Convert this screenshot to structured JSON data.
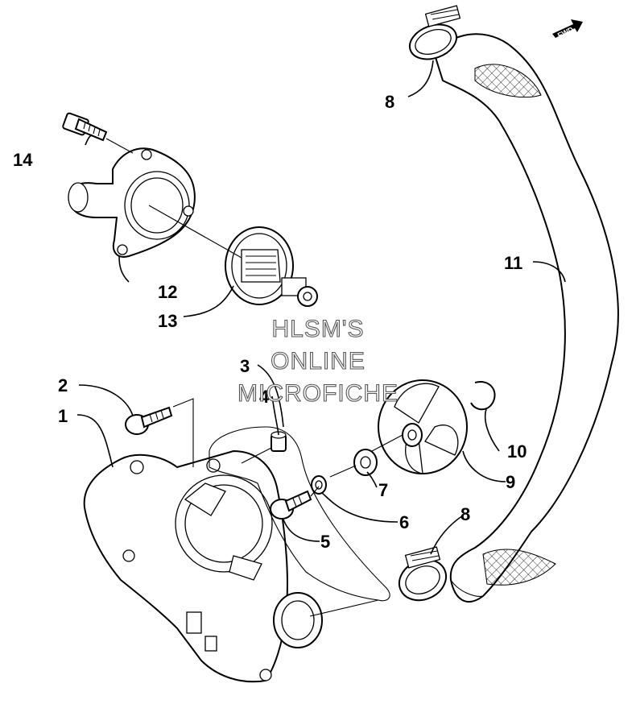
{
  "watermark": {
    "line1": "HLSM'S",
    "line2": "ONLINE",
    "line3": "MICROFICHE"
  },
  "fwd_label": "FWD",
  "callouts": [
    {
      "id": "1",
      "label": "1"
    },
    {
      "id": "2",
      "label": "2"
    },
    {
      "id": "3",
      "label": "3"
    },
    {
      "id": "4",
      "label": "4"
    },
    {
      "id": "5",
      "label": "5"
    },
    {
      "id": "6",
      "label": "6"
    },
    {
      "id": "7",
      "label": "7"
    },
    {
      "id": "8a",
      "label": "8"
    },
    {
      "id": "8b",
      "label": "8"
    },
    {
      "id": "9",
      "label": "9"
    },
    {
      "id": "10",
      "label": "10"
    },
    {
      "id": "11",
      "label": "11"
    },
    {
      "id": "12",
      "label": "12"
    },
    {
      "id": "13",
      "label": "13"
    },
    {
      "id": "14",
      "label": "14"
    }
  ]
}
